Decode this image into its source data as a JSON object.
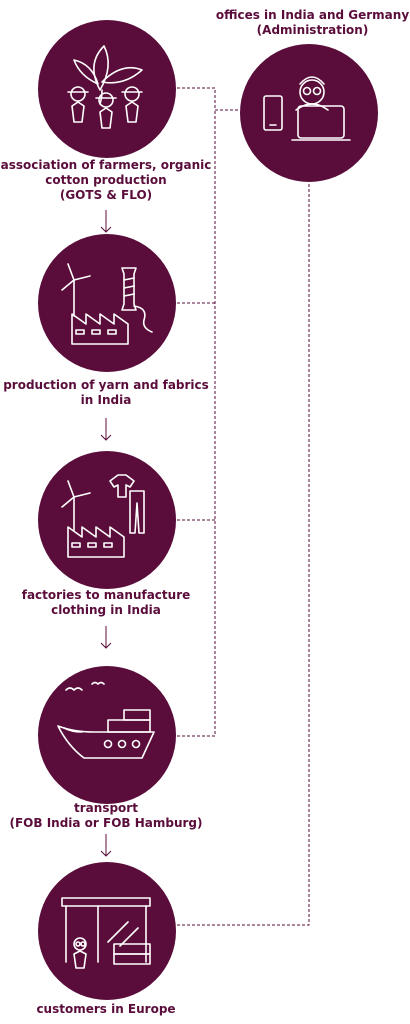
{
  "steps": [
    {
      "id": "farmers",
      "label": "association of farmers, organic\ncotton production\n(GOTS & FLO)",
      "icon": "farmers-plant-icon"
    },
    {
      "id": "yarn",
      "label": "production of yarn and fabrics\nin India",
      "icon": "factory-yarn-icon"
    },
    {
      "id": "clothing",
      "label": "factories to manufacture\nclothing in India",
      "icon": "factory-clothing-icon"
    },
    {
      "id": "transport",
      "label": "transport\n(FOB India or FOB Hamburg)",
      "icon": "ship-icon"
    },
    {
      "id": "customers",
      "label": "customers in Europe",
      "icon": "shop-icon"
    }
  ],
  "office": {
    "label": "offices in India and Germany\n(Administration)",
    "icon": "office-desk-icon"
  },
  "colors": {
    "primary": "#5a0d3a",
    "icon": "#ffffff"
  }
}
